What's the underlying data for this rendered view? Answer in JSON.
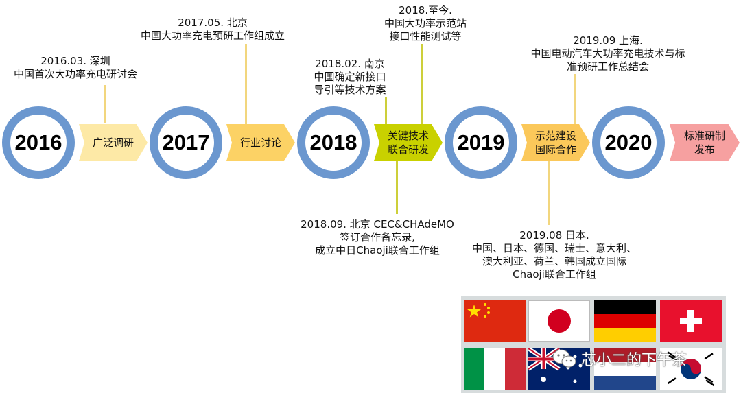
{
  "years": [
    "2016",
    "2017",
    "2018",
    "2019",
    "2020"
  ],
  "phases": [
    {
      "lines": [
        "广泛调研"
      ]
    },
    {
      "lines": [
        "行业讨论"
      ]
    },
    {
      "lines": [
        "关键技术",
        "联合研发"
      ]
    },
    {
      "lines": [
        "示范建设",
        "国际合作"
      ]
    },
    {
      "lines": [
        "标准研制",
        "发布"
      ]
    }
  ],
  "events": [
    {
      "lines": [
        "2016.03. 深圳",
        "中国首次大功率充电研讨会"
      ]
    },
    {
      "lines": [
        "2017.05. 北京",
        "中国大功率充电预研工作组成立"
      ]
    },
    {
      "lines": [
        "2018.02. 南京",
        "中国确定新接口",
        "导引等技术方案"
      ]
    },
    {
      "lines": [
        "2018.至今.",
        "中国大功率示范站",
        "接口性能测试等"
      ]
    },
    {
      "lines": [
        "2019.09 上海.",
        "中国电动汽车大功率充电技术与标",
        "准预研工作总结会"
      ]
    },
    {
      "lines": [
        "2018.09. 北京 CEC&CHAdeMO",
        "签订合作备忘录,",
        "成立中日Chaoji联合工作组"
      ]
    },
    {
      "lines": [
        "2019.08 日本.",
        "中国、日本、德国、瑞士、意大利、",
        "澳大利亚、荷兰、韩国成立国际",
        "Chaoji联合工作组"
      ]
    }
  ],
  "flags": [
    "china-flag",
    "japan-flag",
    "germany-flag",
    "switzerland-flag",
    "italy-flag",
    "australia-flag",
    "netherlands-flag",
    "south-korea-flag"
  ],
  "watermark": "芯小二的下午茶",
  "colors": {
    "circle": "#6b97cf",
    "arrow_light": "#fde9a6",
    "arrow_yellow": "#fcd265",
    "arrow_green": "#c9d100",
    "arrow_orange": "#fbc85a",
    "arrow_pink": "#f6a0a0",
    "connector": "#f2d67e"
  }
}
